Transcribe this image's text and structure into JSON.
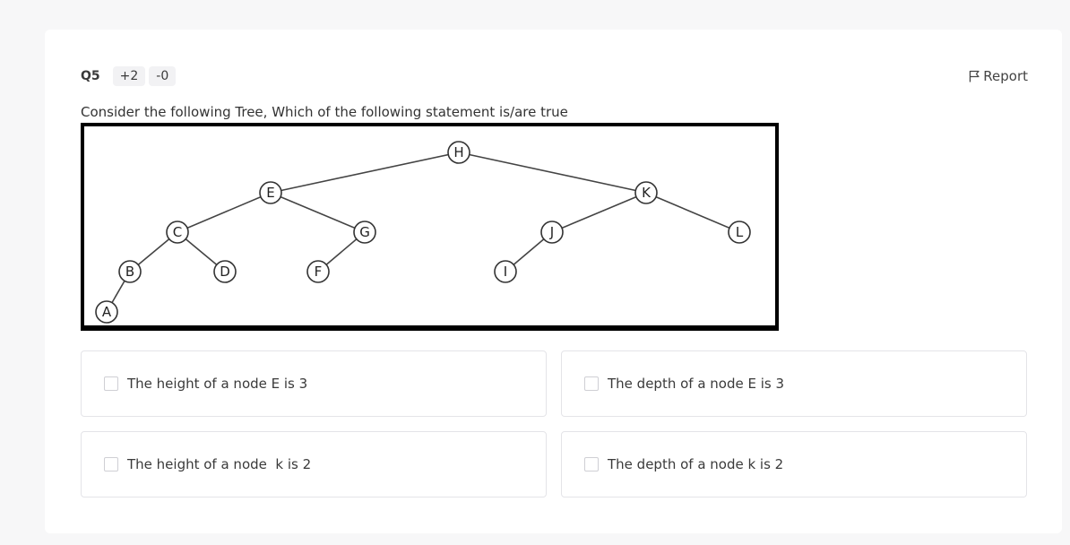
{
  "question": {
    "number": "Q5",
    "positive_marks": "+2",
    "negative_marks": "-0",
    "report_label": "Report",
    "text": "Consider the following Tree, Which of the following statement is/are true"
  },
  "tree": {
    "nodes": [
      "H",
      "E",
      "K",
      "C",
      "G",
      "J",
      "L",
      "B",
      "D",
      "F",
      "I",
      "A"
    ],
    "edges": [
      [
        "H",
        "E"
      ],
      [
        "H",
        "K"
      ],
      [
        "E",
        "C"
      ],
      [
        "E",
        "G"
      ],
      [
        "C",
        "B"
      ],
      [
        "C",
        "D"
      ],
      [
        "B",
        "A"
      ],
      [
        "G",
        "F"
      ],
      [
        "K",
        "J"
      ],
      [
        "K",
        "L"
      ],
      [
        "J",
        "I"
      ]
    ]
  },
  "options": [
    {
      "text": "The height of a node E is 3",
      "checked": false
    },
    {
      "text": "The depth of a node E is 3",
      "checked": false
    },
    {
      "text": "The height of a node  k is 2",
      "checked": false
    },
    {
      "text": "The depth of a node k is 2",
      "checked": false
    }
  ]
}
